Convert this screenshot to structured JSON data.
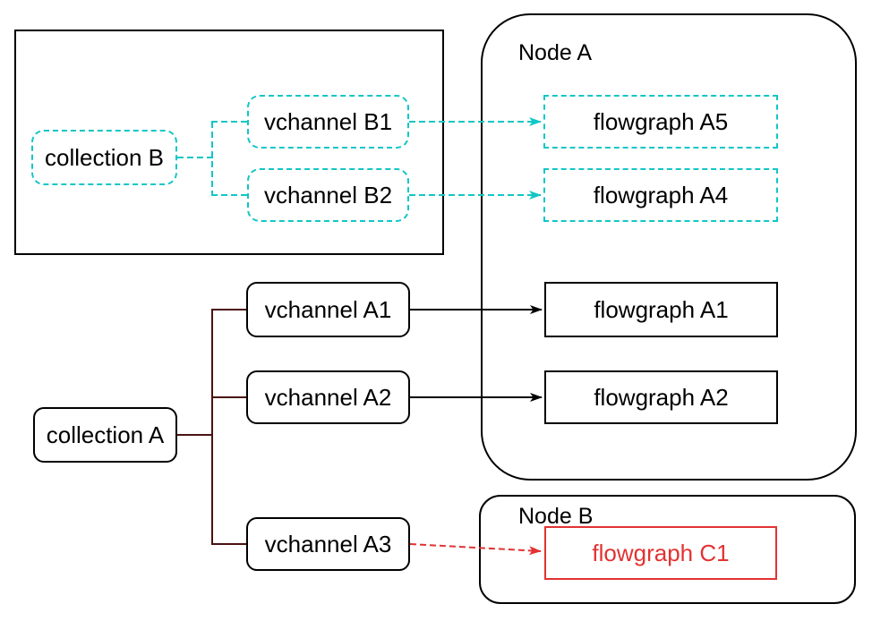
{
  "colors": {
    "ink": "#000000",
    "teal": "#12c6c6",
    "maroon": "#4a1212",
    "red": "#e23232",
    "background": "#ffffff"
  },
  "groups": {
    "node_a": {
      "label": "Node A"
    },
    "node_b": {
      "label": "Node B"
    }
  },
  "nodes": {
    "collection_b": {
      "label": "collection B"
    },
    "vchannel_b1": {
      "label": "vchannel B1"
    },
    "vchannel_b2": {
      "label": "vchannel B2"
    },
    "flowgraph_a5": {
      "label": "flowgraph A5"
    },
    "flowgraph_a4": {
      "label": "flowgraph A4"
    },
    "collection_a": {
      "label": "collection A"
    },
    "vchannel_a1": {
      "label": "vchannel A1"
    },
    "vchannel_a2": {
      "label": "vchannel A2"
    },
    "vchannel_a3": {
      "label": "vchannel A3"
    },
    "flowgraph_a1": {
      "label": "flowgraph A1"
    },
    "flowgraph_a2": {
      "label": "flowgraph A2"
    },
    "flowgraph_c1": {
      "label": "flowgraph C1"
    }
  },
  "edges": [
    {
      "from": "collection B",
      "to": "vchannel B1",
      "style": "teal-dashed"
    },
    {
      "from": "collection B",
      "to": "vchannel B2",
      "style": "teal-dashed"
    },
    {
      "from": "vchannel B1",
      "to": "flowgraph A5",
      "style": "teal-dashed-arrow"
    },
    {
      "from": "vchannel B2",
      "to": "flowgraph A4",
      "style": "teal-dashed-arrow"
    },
    {
      "from": "collection A",
      "to": "vchannel A1",
      "style": "dark-solid"
    },
    {
      "from": "collection A",
      "to": "vchannel A2",
      "style": "dark-solid"
    },
    {
      "from": "collection A",
      "to": "vchannel A3",
      "style": "dark-solid"
    },
    {
      "from": "vchannel A1",
      "to": "flowgraph A1",
      "style": "black-solid-arrow"
    },
    {
      "from": "vchannel A2",
      "to": "flowgraph A2",
      "style": "black-solid-arrow"
    },
    {
      "from": "vchannel A3",
      "to": "flowgraph C1",
      "style": "red-dashed-arrow"
    }
  ]
}
